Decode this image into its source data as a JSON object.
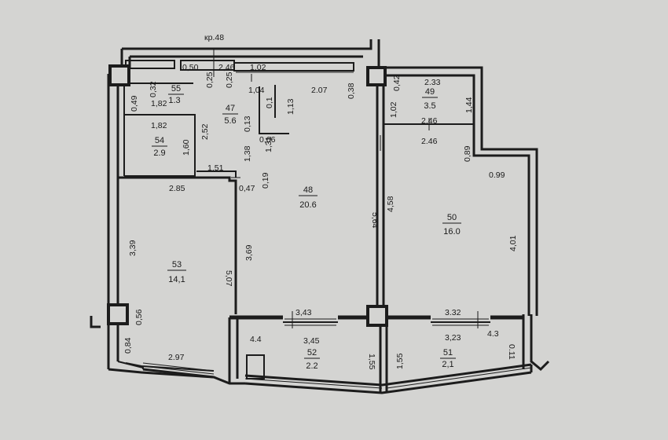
{
  "rooms": [
    {
      "id": "55",
      "number": "55",
      "area": "1.3"
    },
    {
      "id": "47",
      "number": "47",
      "area": "5.6"
    },
    {
      "id": "49",
      "number": "49",
      "area": "3.5"
    },
    {
      "id": "54",
      "number": "54",
      "area": "2.9"
    },
    {
      "id": "48",
      "number": "48",
      "area": "20.6"
    },
    {
      "id": "50",
      "number": "50",
      "area": "16.0"
    },
    {
      "id": "53",
      "number": "53",
      "area": "14,1"
    },
    {
      "id": "52",
      "number": "52",
      "area": "2.2"
    },
    {
      "id": "51",
      "number": "51",
      "area": "2,1"
    }
  ],
  "dimensions": [
    "кр.48",
    "0,50",
    "2,46",
    "1,02",
    "0,25",
    "0,25",
    "0,32",
    "0,49",
    "1,82",
    "1,04",
    "0,1",
    "1,13",
    "2.07",
    "0,38",
    "0,42",
    "2.33",
    "1,02",
    "1,44",
    "1,82",
    "2,52",
    "0,13",
    "0,66",
    "2,46",
    "2.46",
    "0,89",
    "1,60",
    "1,38",
    "1,31",
    "1.51",
    "0.99",
    "2.85",
    "0,47",
    "0,19",
    "5,64",
    "4,58",
    "3,39",
    "3,69",
    "4,01",
    "5,07",
    "3,43",
    "3.32",
    "0,56",
    "3,45",
    "4.4",
    "3,23",
    "4.3",
    "0.11",
    "0,84",
    "1,55",
    "1,55",
    "2.97"
  ]
}
